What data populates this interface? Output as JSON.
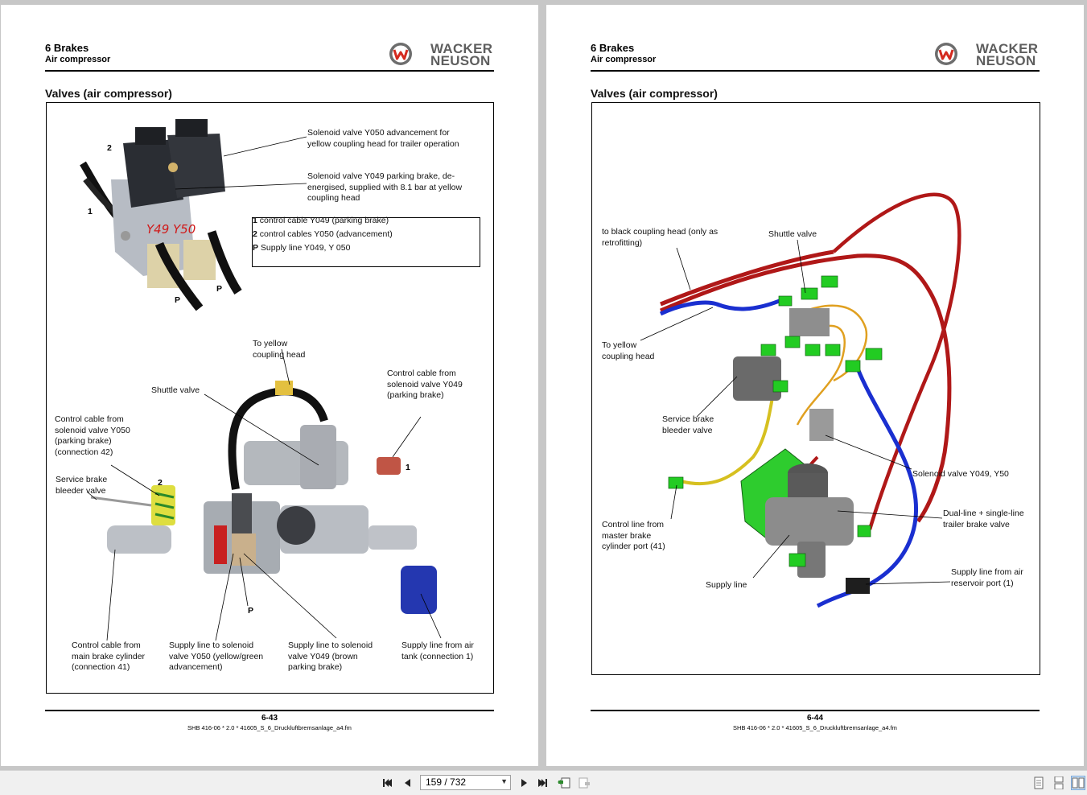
{
  "document": {
    "chapter": "6   Brakes",
    "subsection": "Air compressor",
    "brand_line1": "WACKER",
    "brand_line2": "NEUSON",
    "section_title": "Valves (air compressor)",
    "footer_file": "SHB 416-06 * 2.0 * 41605_S_6_Druckluftbremsanlage_a4.fm"
  },
  "left_page": {
    "page_number": "6-43",
    "top_callouts": {
      "y050": "Solenoid valve Y050 advancement for\nyellow coupling head for trailer operation",
      "y049": "Solenoid valve Y049 parking brake, de-\nenergised, supplied with 8.1 bar at yellow\ncoupling head",
      "num_2": "2",
      "num_1": "1",
      "p_left": "P",
      "p_right": "P",
      "handwriting": "Y49  Y50"
    },
    "legend": [
      {
        "key": "1",
        "text": " control cable Y049 (parking brake)"
      },
      {
        "key": "2",
        "text": " control cables Y050 (advancement)"
      },
      {
        "key": "P",
        "text": " Supply line Y049, Y 050"
      }
    ],
    "bottom_callouts": {
      "to_yellow": "To yellow\ncoupling head",
      "shuttle": "Shuttle valve",
      "ctrl_y049": "Control cable from\nsolenoid valve Y049\n(parking brake)",
      "ctrl_y050": "Control cable from\nsolenoid valve Y050\n(parking brake)\n(connection 42)",
      "bleeder": "Service brake\nbleeder valve",
      "main_cyl": "Control cable from\nmain brake cylinder\n(connection 41)",
      "supply_y050": "Supply line to solenoid\nvalve Y050 (yellow/green\nadvancement)",
      "supply_y049": "Supply line to solenoid\nvalve Y049 (brown\nparking brake)",
      "supply_air": "Supply line from air\ntank (connection 1)",
      "num_2": "2",
      "num_1": "1",
      "p": "P"
    }
  },
  "right_page": {
    "page_number": "6-44",
    "callouts": {
      "black_head": "to black coupling head (only as\nretrofitting)",
      "shuttle": "Shuttle valve",
      "to_yellow": "To yellow\ncoupling head",
      "bleeder": "Service brake\nbleeder valve",
      "solenoid": "Solenoid valve Y049, Y50",
      "ctrl_master": "Control line from\nmaster brake\ncylinder port (41)",
      "dual_line": "Dual-line + single-line\ntrailer brake valve",
      "supply_line": "Supply line",
      "supply_reservoir": "Supply line from air\nreservoir port (1)"
    }
  },
  "toolbar": {
    "page_field": "159 / 732"
  },
  "colors": {
    "red_hose": "#b01818",
    "blue_hose": "#1a2fd0",
    "green_fitting": "#22cc22",
    "yellow_line": "#e0a020"
  }
}
